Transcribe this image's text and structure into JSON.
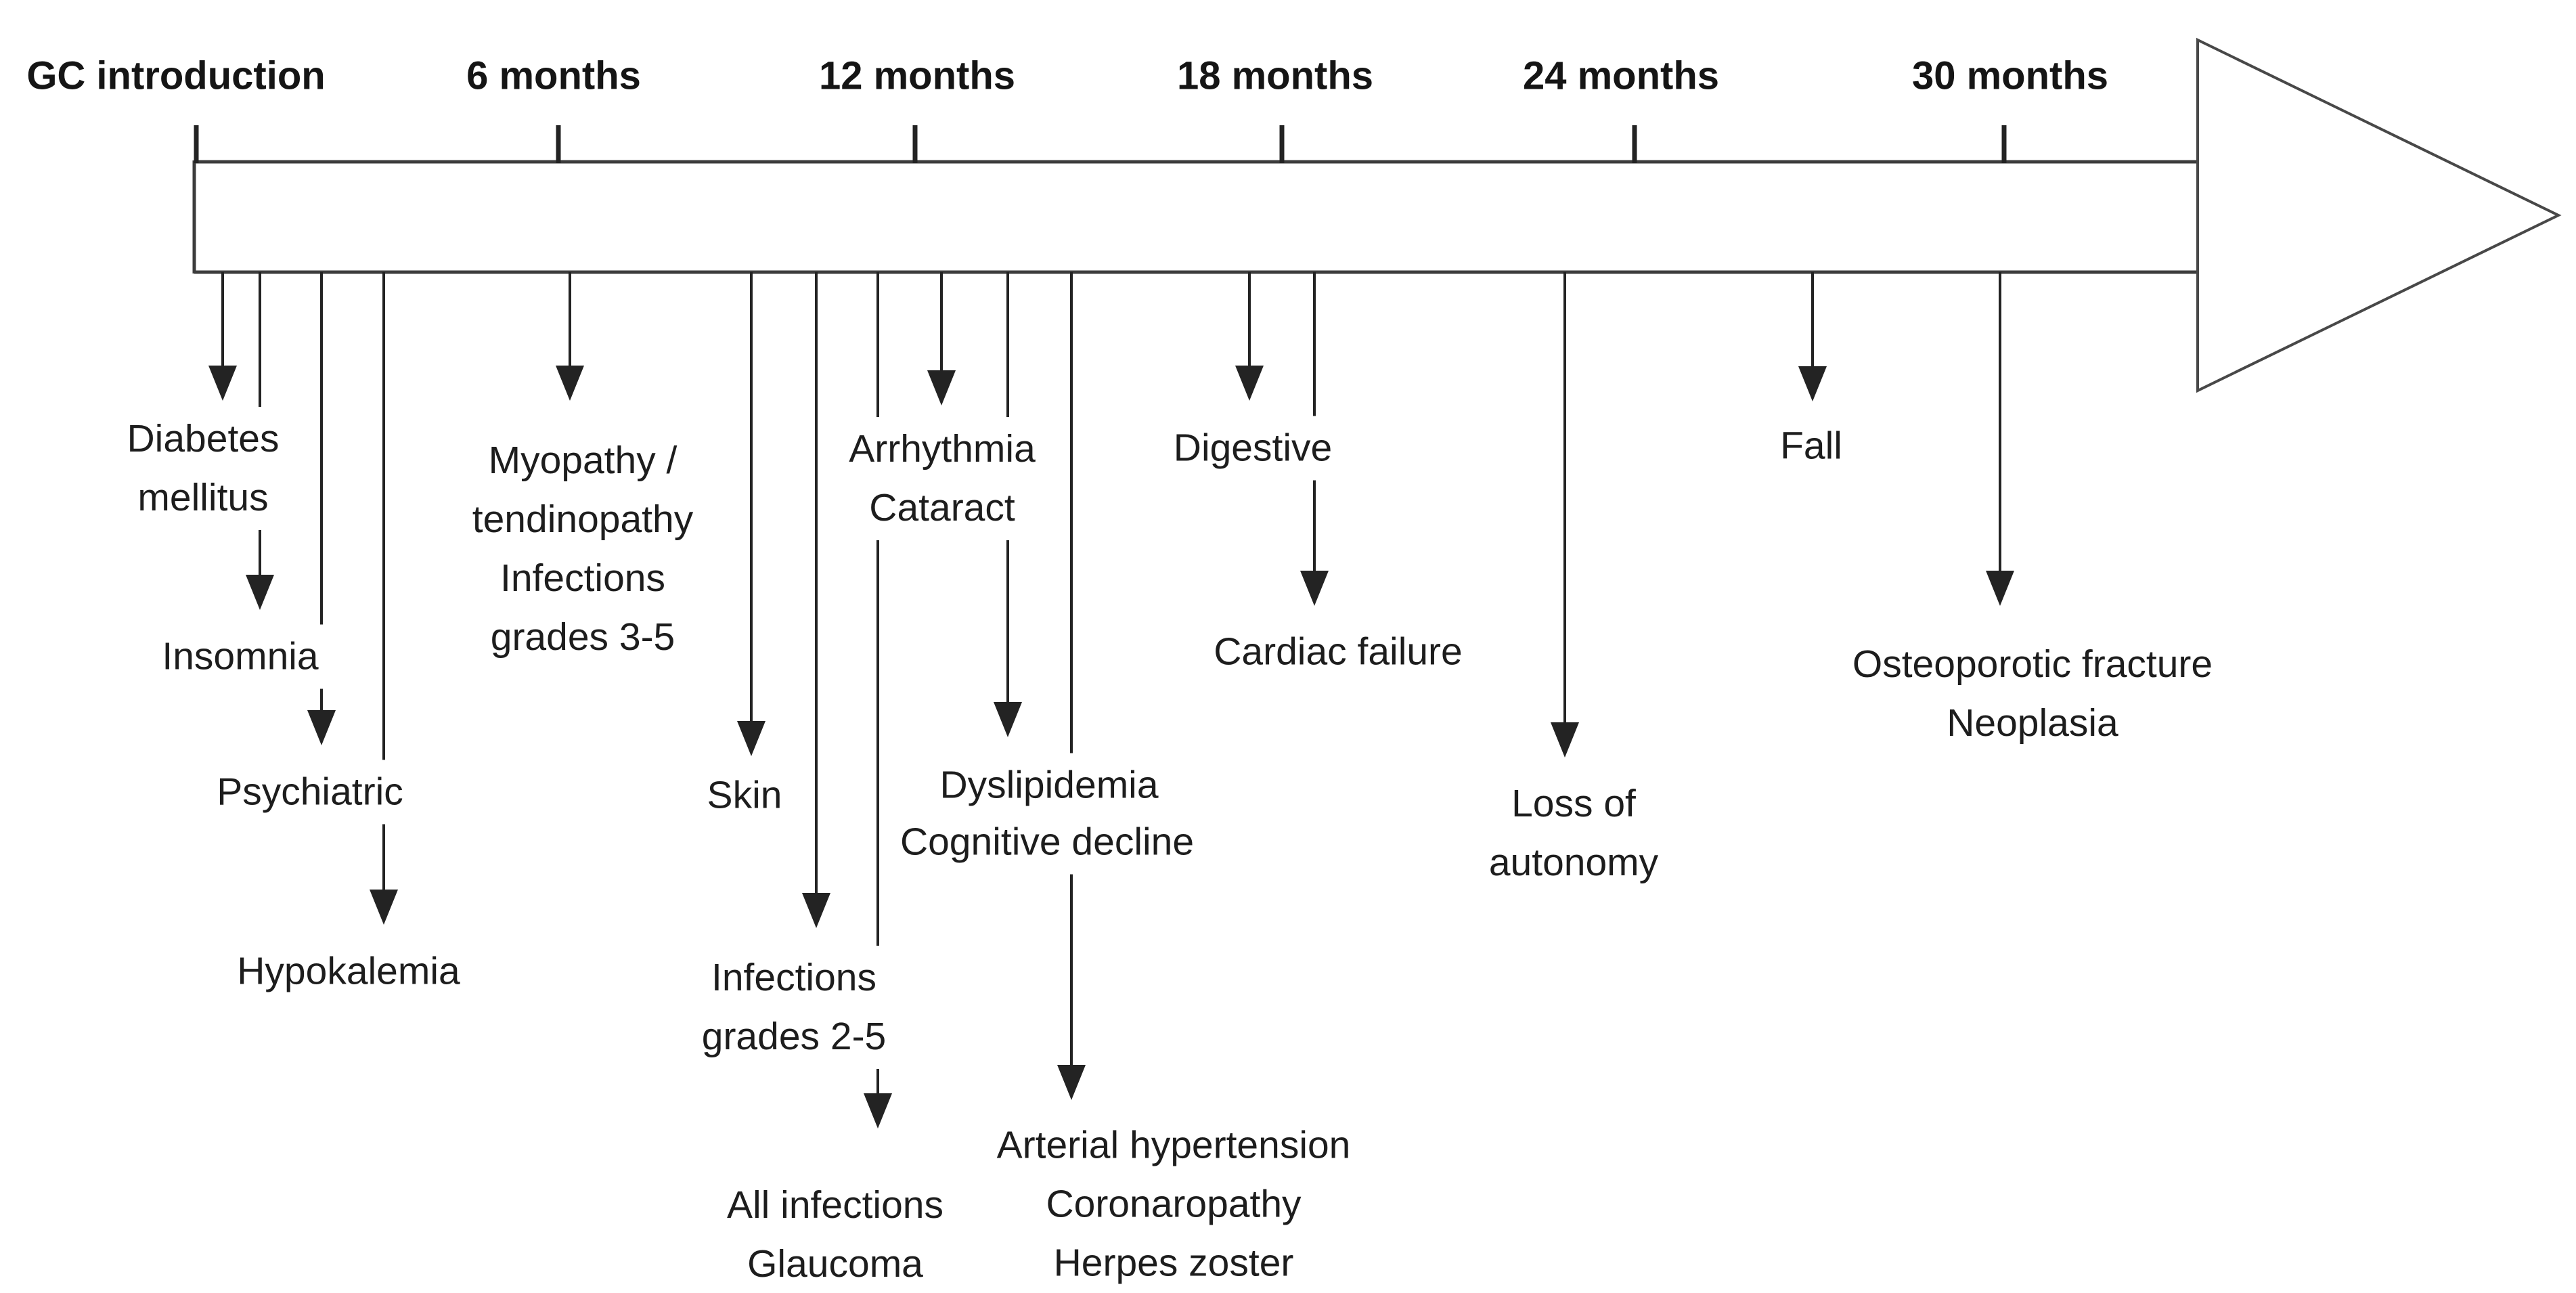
{
  "figure": {
    "type": "timeline-diagram",
    "background_color": "#ffffff",
    "line_color": "#232323",
    "outline_color": "#3c3c3c",
    "start_label": "GC introduction",
    "month_labels": [
      "6 months",
      "12 months",
      "18 months",
      "24 months",
      "30 months"
    ],
    "events": [
      {
        "id": "diabetes-mellitus",
        "text": "Diabetes\nmellitus"
      },
      {
        "id": "insomnia",
        "text": "Insomnia"
      },
      {
        "id": "psychiatric",
        "text": "Psychiatric"
      },
      {
        "id": "hypokalemia",
        "text": "Hypokalemia"
      },
      {
        "id": "myopathy-tendinopathy-infections-grades-3-5",
        "text": "Myopathy /\ntendinopathy\nInfections\ngrades 3-5"
      },
      {
        "id": "skin",
        "text": "Skin"
      },
      {
        "id": "infections-grades-2-5",
        "text": "Infections\ngrades 2-5"
      },
      {
        "id": "all-infections-glaucoma",
        "text": "All infections\nGlaucoma"
      },
      {
        "id": "arrhythmia-cataract",
        "text": "Arrhythmia\nCataract"
      },
      {
        "id": "dyslipidemia",
        "text": "Dyslipidemia"
      },
      {
        "id": "cognitive-decline",
        "text": "Cognitive decline"
      },
      {
        "id": "arterial-hypertension-coronaropathy-herpes-zoster",
        "text": "Arterial hypertension\nCoronaropathy\nHerpes zoster"
      },
      {
        "id": "digestive",
        "text": "Digestive"
      },
      {
        "id": "cardiac-failure",
        "text": "Cardiac failure"
      },
      {
        "id": "loss-of-autonomy",
        "text": "Loss of\nautonomy"
      },
      {
        "id": "fall",
        "text": "Fall"
      },
      {
        "id": "osteoporotic-fracture-neoplasia",
        "text": "Osteoporotic fracture\nNeoplasia"
      }
    ]
  }
}
